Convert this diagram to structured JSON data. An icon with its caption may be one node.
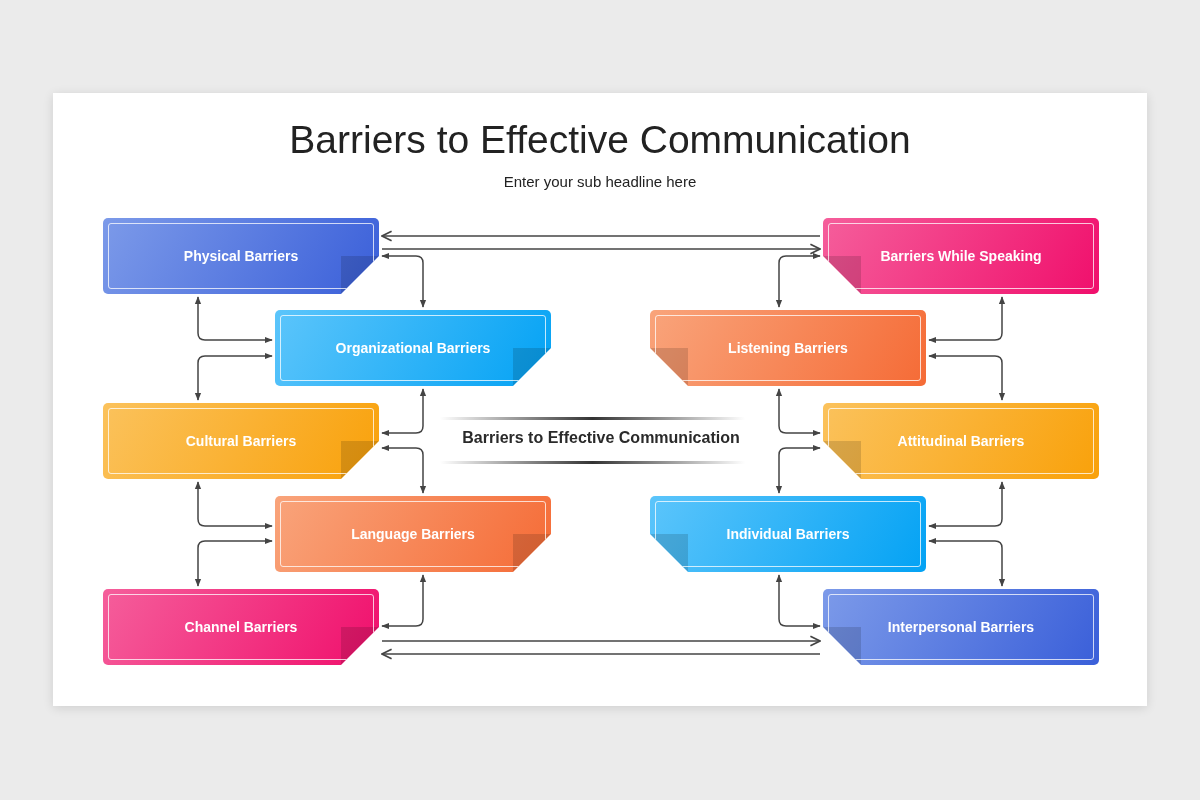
{
  "diagram": {
    "title": "Barriers to Effective Communication",
    "nodes": [
      {
        "text": [
          "Physical Barriers"
        ]
      },
      {
        "text": [
          "Barriers While Speaking"
        ]
      },
      {
        "text": [
          "Organizational Barriers"
        ]
      },
      {
        "text": [
          "Listening Barriers"
        ]
      },
      {
        "text": [
          "Cultural Barriers"
        ]
      },
      {
        "text": [
          "Attitudinal Barriers"
        ]
      },
      {
        "text": [
          "Language Barriers"
        ]
      },
      {
        "text": [
          "Individual Barriers"
        ]
      },
      {
        "text": [
          "Channel Barriers"
        ]
      },
      {
        "text": [
          "Interpersonal Barriers"
        ]
      }
    ],
    "edges": [
      {
        "from": 0,
        "to": 2,
        "arrow": "both"
      },
      {
        "from": 0,
        "to": 2,
        "arrow": "both"
      },
      {
        "from": 2,
        "to": 4,
        "arrow": "both"
      },
      {
        "from": 2,
        "to": 4,
        "arrow": "both"
      },
      {
        "from": 4,
        "to": 6,
        "arrow": "both"
      },
      {
        "from": 4,
        "to": 6,
        "arrow": "both"
      },
      {
        "from": 6,
        "to": 8,
        "arrow": "both"
      },
      {
        "from": 6,
        "to": 8,
        "arrow": "both"
      },
      {
        "from": 1,
        "to": 3,
        "arrow": "both"
      },
      {
        "from": 1,
        "to": 3,
        "arrow": "both"
      },
      {
        "from": 3,
        "to": 5,
        "arrow": "both"
      },
      {
        "from": 3,
        "to": 5,
        "arrow": "both"
      },
      {
        "from": 5,
        "to": 7,
        "arrow": "both"
      },
      {
        "from": 5,
        "to": 7,
        "arrow": "both"
      },
      {
        "from": 7,
        "to": 9,
        "arrow": "both"
      },
      {
        "from": 7,
        "to": 9,
        "arrow": "both"
      },
      {
        "from": 1,
        "to": 0,
        "arrow": "to"
      },
      {
        "from": 0,
        "to": 1,
        "arrow": "to"
      },
      {
        "from": 8,
        "to": 9,
        "arrow": "to"
      },
      {
        "from": 9,
        "to": 8,
        "arrow": "to"
      }
    ],
    "labels": [
      "Enter your sub headline here",
      "Barriers to Effective Communication"
    ]
  }
}
